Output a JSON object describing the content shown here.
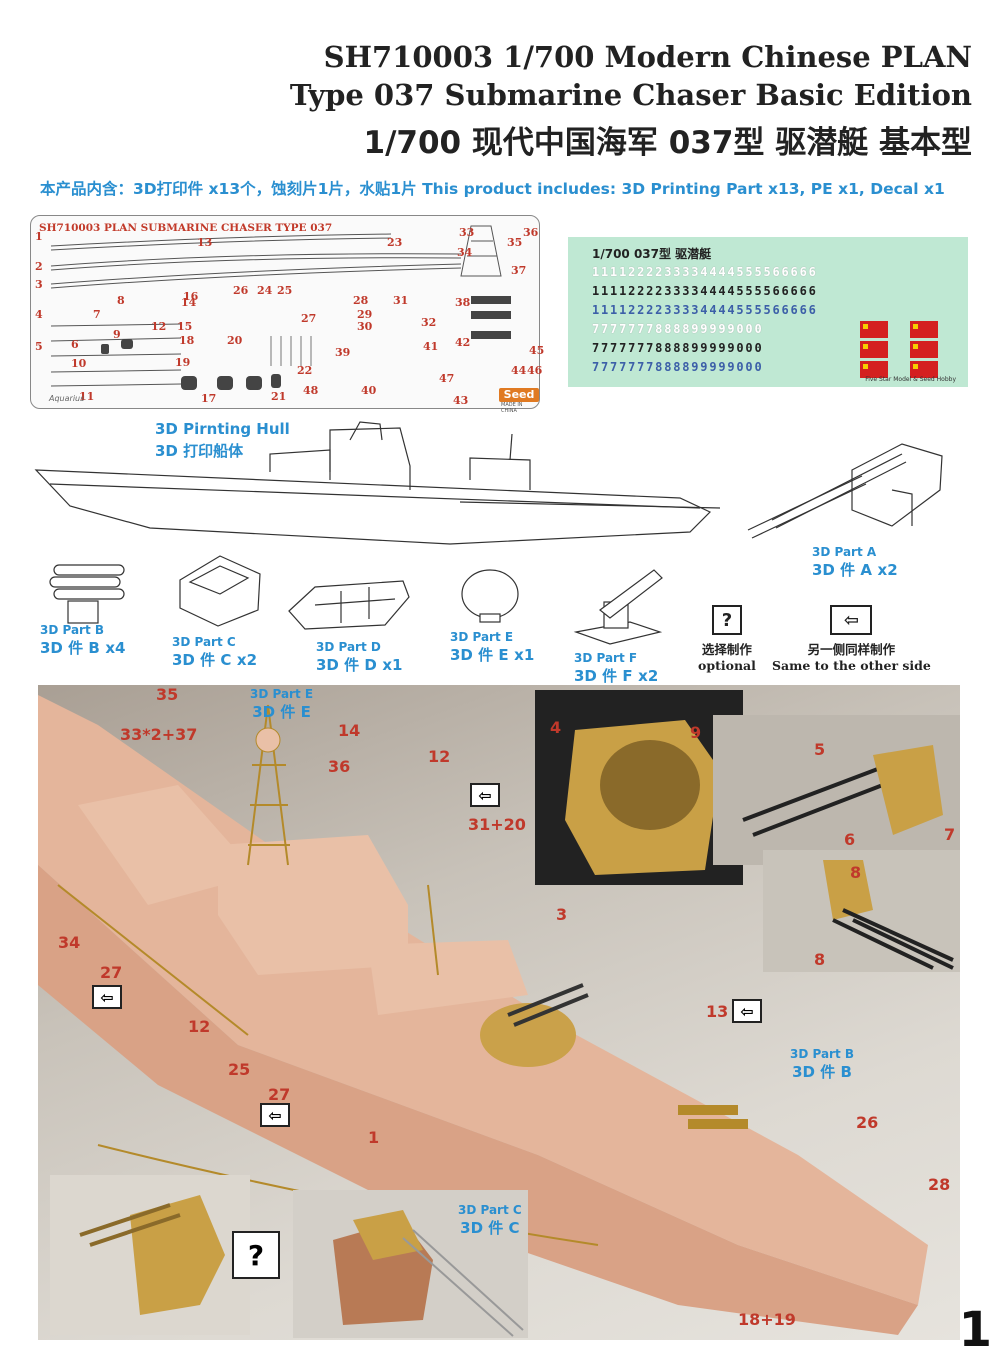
{
  "header": {
    "line1": "SH710003 1/700 Modern Chinese PLAN",
    "line2": "Type 037 Submarine Chaser Basic Edition",
    "line3": "1/700 现代中国海军 037型 驱潜艇 基本型"
  },
  "includes": "本产品内含：3D打印件 x13个，蚀刻片1片，水贴1片 This product includes: 3D Printing Part x13, PE x1, Decal x1",
  "pe_sheet": {
    "title": "SH710003 PLAN SUBMARINE CHASER TYPE 037",
    "footer": "Aquarius",
    "brand": "Seed",
    "made": "MADE IN CHINA",
    "numbers": [
      "1",
      "2",
      "3",
      "4",
      "5",
      "6",
      "7",
      "8",
      "9",
      "10",
      "11",
      "12",
      "13",
      "14",
      "15",
      "16",
      "17",
      "18",
      "19",
      "20",
      "21",
      "22",
      "23",
      "24",
      "25",
      "26",
      "27",
      "28",
      "29",
      "30",
      "31",
      "32",
      "33",
      "34",
      "35",
      "36",
      "37",
      "38",
      "39",
      "40",
      "41",
      "42",
      "43",
      "44",
      "45",
      "46",
      "47",
      "48"
    ]
  },
  "decal": {
    "title": "1/700 037型 驱潜艇",
    "rows": [
      "1111222233334444555566666",
      "1111222233334444555566666",
      "1111222233334444555566666",
      "7777777888899999000",
      "7777777888899999000",
      "7777777888899999000"
    ],
    "footer": "Five Star Model & Seed Hobby"
  },
  "hull_label": {
    "en": "3D Pirnting Hull",
    "cn": "3D 打印船体"
  },
  "parts": [
    {
      "en": "3D Part A",
      "cn": "3D 件 A",
      "qty": "x2"
    },
    {
      "en": "3D Part B",
      "cn": "3D 件 B",
      "qty": "x4"
    },
    {
      "en": "3D Part C",
      "cn": "3D 件 C",
      "qty": "x2"
    },
    {
      "en": "3D Part D",
      "cn": "3D 件 D",
      "qty": "x1"
    },
    {
      "en": "3D Part E",
      "cn": "3D 件 E",
      "qty": "x1"
    },
    {
      "en": "3D Part F",
      "cn": "3D 件 F",
      "qty": "x2"
    }
  ],
  "legend": {
    "optional_cn": "选择制作",
    "optional_en": "optional",
    "optional_symbol": "?",
    "same_cn": "另一侧同样制作",
    "same_en": "Same to the other side",
    "same_symbol": "⇦"
  },
  "photo_callouts": {
    "c35": "35",
    "c33": "33*2+37",
    "c14": "14",
    "c36": "36",
    "c12a": "12",
    "c3120": "31+20",
    "c34": "34",
    "c27a": "27",
    "c12b": "12",
    "c25": "25",
    "c27b": "27",
    "c1": "1",
    "c3": "3",
    "c13": "13",
    "c26": "26",
    "c28": "28",
    "c1819": "18+19",
    "i4": "4",
    "i9": "9",
    "i5": "5",
    "i6": "6",
    "i7": "7",
    "i8a": "8",
    "i8b": "8",
    "partE_en": "3D Part E",
    "partE_cn": "3D 件 E",
    "partB_en": "3D Part B",
    "partB_cn": "3D 件 B",
    "partC_en": "3D Part C",
    "partC_cn": "3D 件 C"
  },
  "page_number": "1"
}
